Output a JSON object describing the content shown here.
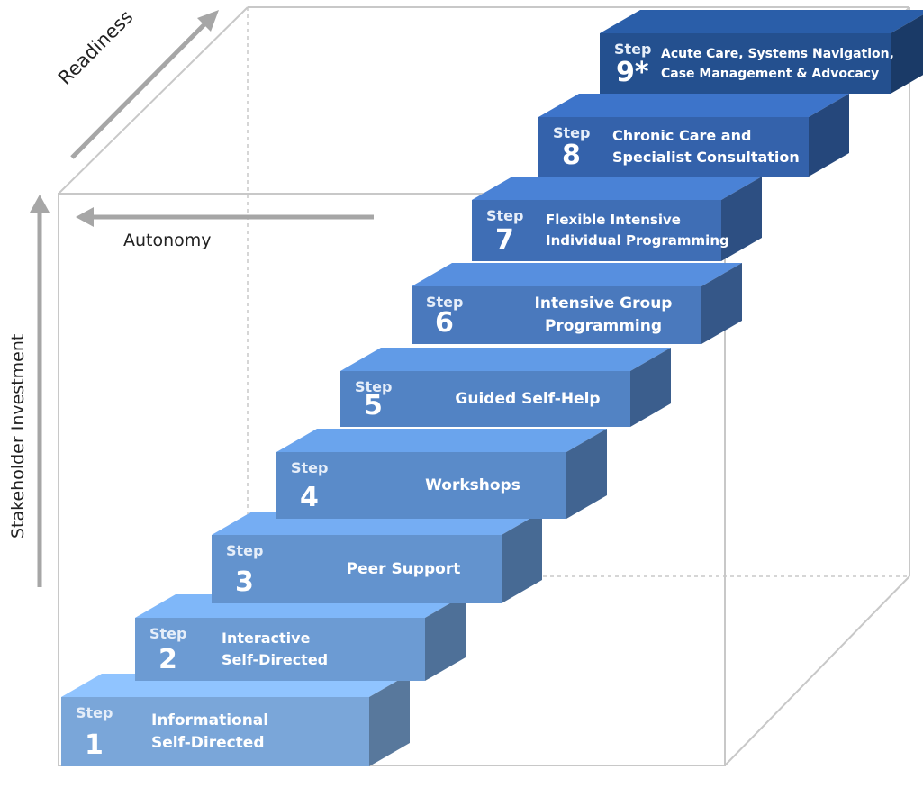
{
  "axes": {
    "readiness": "Readiness",
    "autonomy": "Autonomy",
    "stakeholder": "Stakeholder Investment"
  },
  "step_word": "Step",
  "steps": [
    {
      "number": "1",
      "label_lines": [
        "Informational",
        "Self-Directed"
      ],
      "color": "#7aa6d9"
    },
    {
      "number": "2",
      "label_lines": [
        "Interactive",
        "Self-Directed"
      ],
      "color": "#6c9bd3"
    },
    {
      "number": "3",
      "label_lines": [
        "Peer Support"
      ],
      "color": "#6393ce"
    },
    {
      "number": "4",
      "label_lines": [
        "Workshops"
      ],
      "color": "#5a8bc9"
    },
    {
      "number": "5",
      "label_lines": [
        "Guided Self-Help"
      ],
      "color": "#5283c4"
    },
    {
      "number": "6",
      "label_lines": [
        "Intensive Group",
        "Programming"
      ],
      "color": "#4a79bd"
    },
    {
      "number": "7",
      "label_lines": [
        "Flexible Intensive",
        "Individual Programming"
      ],
      "color": "#3f6eb5"
    },
    {
      "number": "8",
      "label_lines": [
        "Chronic Care and",
        "Specialist Consultation"
      ],
      "color": "#3462ab"
    },
    {
      "number": "9*",
      "label_lines": [
        "Acute Care, Systems Navigation,",
        "Case Management & Advocacy"
      ],
      "color": "#24508f"
    }
  ]
}
